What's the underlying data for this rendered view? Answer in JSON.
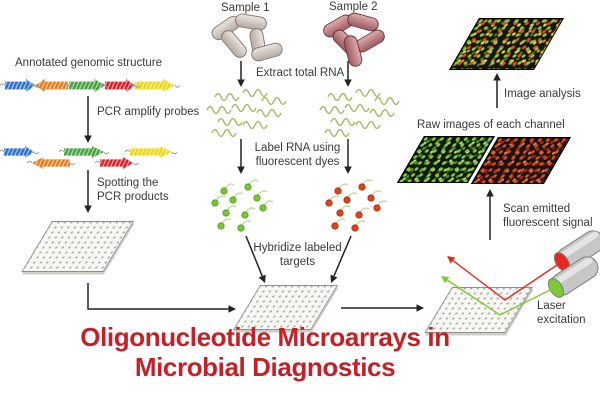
{
  "title": {
    "text": "Oligonucleotide Microarrays in\nMicrobial Diagnostics"
  },
  "workflow": {
    "probe_prep": {
      "annotated_genomic": "Annotated genomic structure",
      "pcr_amplify": "PCR amplify probes",
      "spotting": "Spotting the\nPCR products"
    },
    "samples": {
      "sample1": "Sample 1",
      "sample2": "Sample 2",
      "extract_rna": "Extract total RNA",
      "label_rna": "Label RNA using\nfluorescent dyes",
      "hybridize": "Hybridize labeled\ntargets"
    },
    "scanning": {
      "laser_excitation": "Laser\nexcitation",
      "scan_signal": "Scan emitted\nfluorescent signal",
      "raw_images": "Raw images of each channel",
      "image_analysis": "Image analysis"
    }
  },
  "colors": {
    "title_red": "#c42127",
    "text": "#3a3a3a",
    "gene_blue": "#2b6fc9",
    "gene_orange": "#e17d1a",
    "gene_green": "#44a13e",
    "gene_red": "#d42027",
    "gene_yellow": "#ecd711",
    "dye_green": "#76c832",
    "dye_red": "#e0421b",
    "rna_olive": "#a9b968",
    "bacteria_sample1": "#c6bcb6",
    "bacteria_sample2": "#a96a6e",
    "laser_red": "#e8281e",
    "laser_green": "#7dc932",
    "array_background": "#161514",
    "flow_arrow": "#222222"
  }
}
